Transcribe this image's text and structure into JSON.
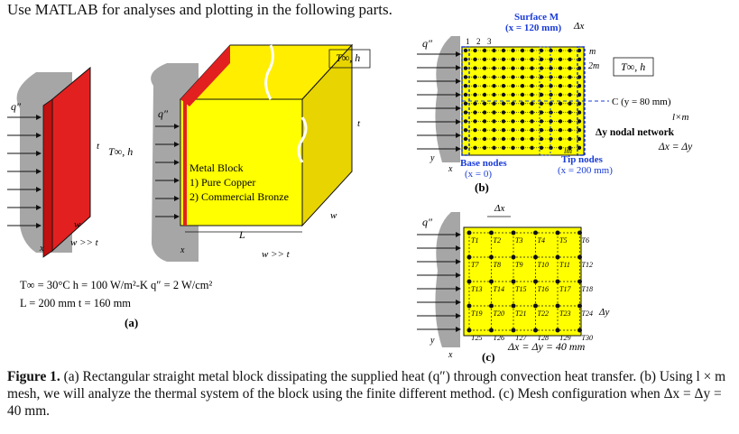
{
  "header": "Use MATLAB for analyses and plotting in the following parts.",
  "fig_a": {
    "q_label": "q″",
    "T_h": "T∞, h",
    "t": "t",
    "w": "w",
    "L": "L",
    "w_gt_t": "w >> t",
    "x": "x",
    "block_title": "Metal Block",
    "block_opt1": "1) Pure Copper",
    "block_opt2": "2) Commercial Bronze",
    "params1": "T∞ = 30°C   h = 100 W/m²-K   q″ = 2 W/cm²",
    "params2": "L = 200 mm   t = 160 mm",
    "label": "(a)"
  },
  "fig_b": {
    "surface_label": "Surface M",
    "surface_x": "(x = 120 mm)",
    "dx": "Δx",
    "idx": [
      "1",
      "2",
      "3"
    ],
    "m": "m",
    "two_m": "2m",
    "T_h": "T∞, h",
    "c_label": "C (y = 80 mm)",
    "lxm": "l×m",
    "dy_network": "Δy  nodal network",
    "dxdy": "Δx = Δy",
    "lm": "lm",
    "tip_nodes": "Tip nodes",
    "tip_x": "(x = 200 mm)",
    "base_nodes": "Base nodes",
    "base_x": "(x = 0)",
    "y": "y",
    "x": "x",
    "q_label": "q″",
    "label": "(b)"
  },
  "fig_c": {
    "q_label": "q″",
    "dx": "Δx",
    "dy": "Δy",
    "bottom": "Δx = Δy = 40 mm",
    "y": "y",
    "x": "x",
    "label": "(c)"
  },
  "caption": {
    "bold": "Figure 1.",
    "text": " (a) Rectangular straight metal block dissipating the supplied heat (q″) through convection heat transfer. (b) Using l × m mesh, we will analyze the thermal system of the block using the finite different method. (c) Mesh configuration when Δx = Δy = 40 mm."
  }
}
